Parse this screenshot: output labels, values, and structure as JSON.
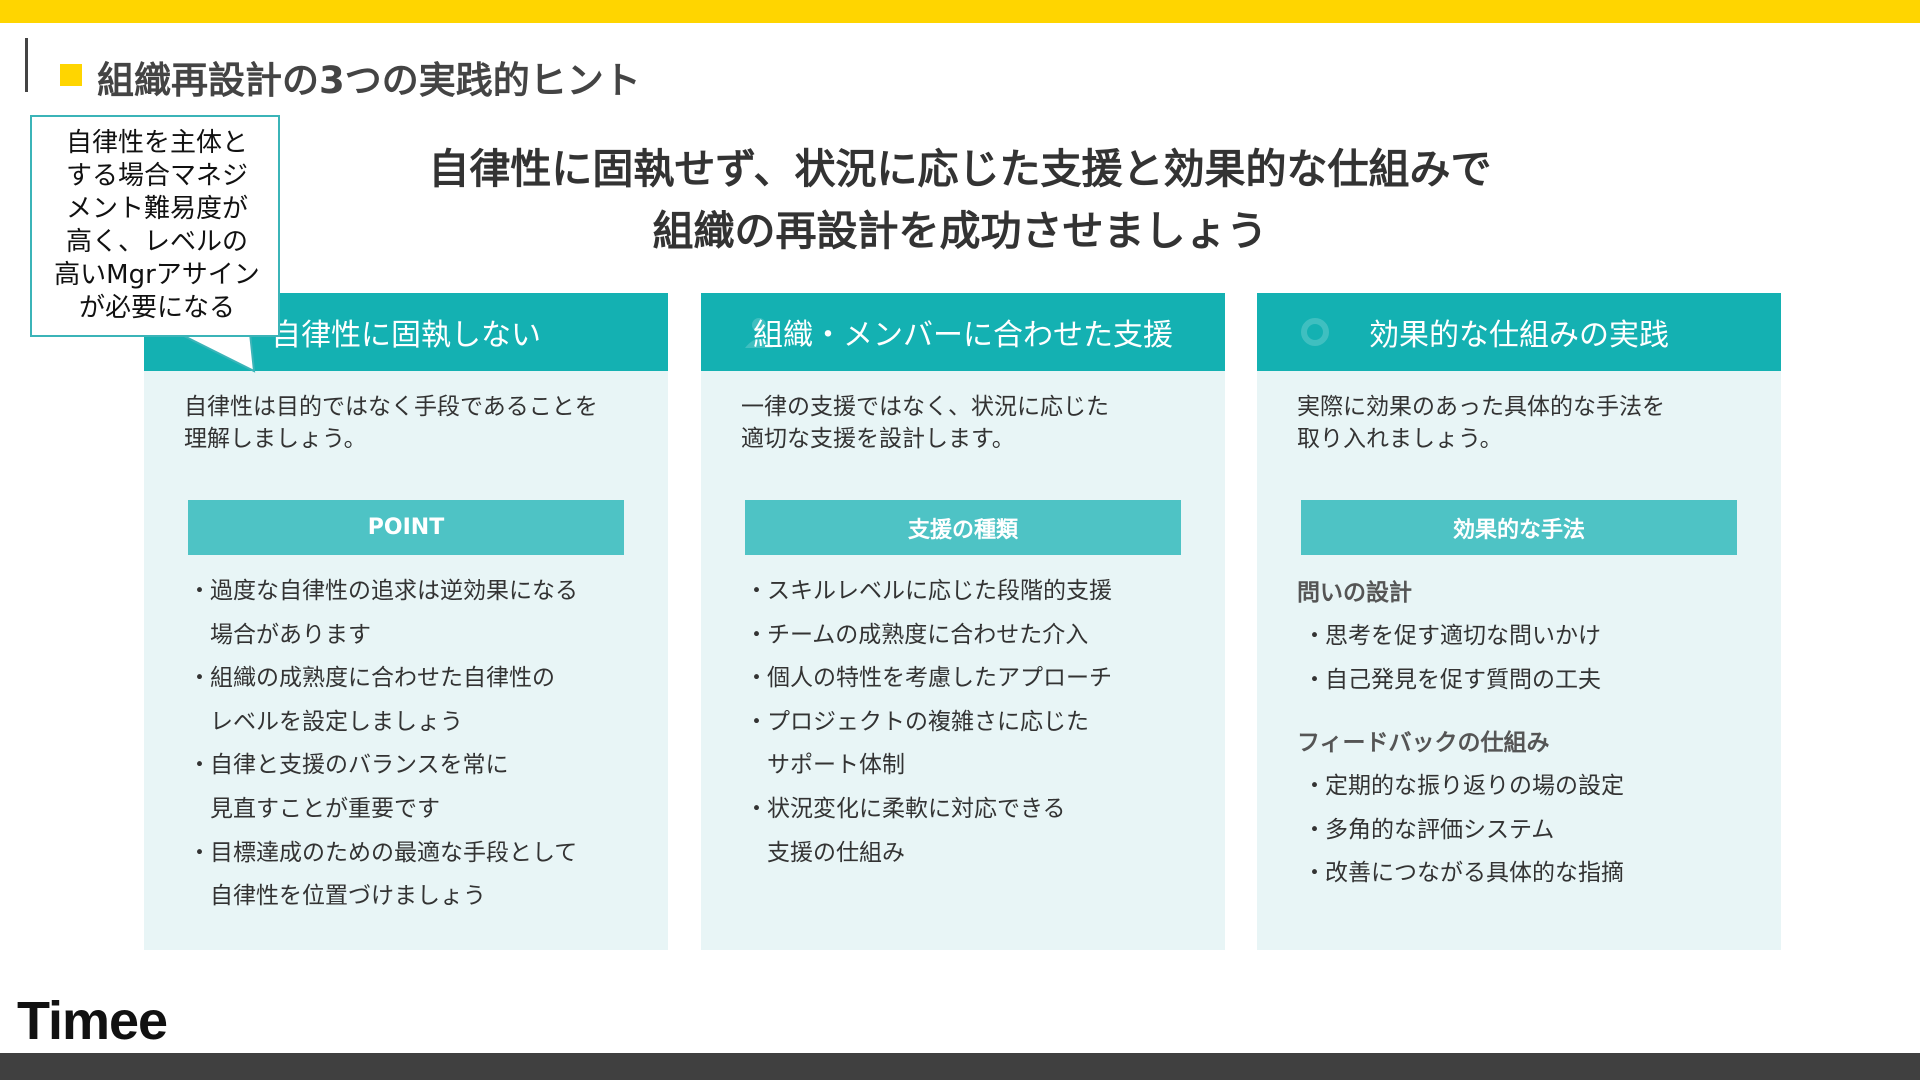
{
  "slide_title": "組織再設計の3つの実践的ヒント",
  "headline": {
    "line1": "自律性に固執せず、状況に応じた支援と効果的な仕組みで",
    "line2": "組織の再設計を成功させましょう"
  },
  "callout": {
    "lines": [
      "自律性を主体と",
      "する場合マネジ",
      "メント難易度が",
      "高く、レベルの",
      "高いMgrアサイン",
      "が必要になる"
    ]
  },
  "cards": [
    {
      "title": "自律性に固執しない",
      "desc": [
        "自律性は目的ではなく手段であることを",
        "理解しましょう。"
      ],
      "sub": "POINT",
      "bullet_mark": "・",
      "bullets": [
        [
          "過度な自律性の追求は逆効果になる",
          "場合があります"
        ],
        [
          "組織の成熟度に合わせた自律性の",
          "レベルを設定しましょう"
        ],
        [
          "自律と支援のバランスを常に",
          "見直すことが重要です"
        ],
        [
          "目標達成のための最適な手段として",
          "自律性を位置づけましょう"
        ]
      ]
    },
    {
      "title": "組織・メンバーに合わせた支援",
      "desc": [
        "一律の支援ではなく、状況に応じた",
        "適切な支援を設計します。"
      ],
      "sub": "支援の種類",
      "bullet_mark": "・",
      "bullets": [
        [
          "スキルレベルに応じた段階的支援"
        ],
        [
          "チームの成熟度に合わせた介入"
        ],
        [
          "個人の特性を考慮したアプローチ"
        ],
        [
          "プロジェクトの複雑さに応じた",
          "サポート体制"
        ],
        [
          "状況変化に柔軟に対応できる",
          "支援の仕組み"
        ]
      ]
    },
    {
      "title": "効果的な仕組みの実践",
      "desc": [
        "実際に効果のあった具体的な手法を",
        "取り入れましょう。"
      ],
      "sub": "効果的な手法",
      "bullet_mark": "・",
      "sections": [
        {
          "title": "問いの設計",
          "items": [
            "思考を促す適切な問いかけ",
            "自己発見を促す質問の工夫"
          ]
        },
        {
          "title": "フィードバックの仕組み",
          "items": [
            "定期的な振り返りの場の設定",
            "多角的な評価システム",
            "改善につながる具体的な指摘"
          ]
        }
      ]
    }
  ],
  "logo": "Timee",
  "colors": {
    "accent_yellow": "#FFD500",
    "teal": "#14B1B2",
    "teal_light": "#4EC3C5",
    "card_bg": "#E8F5F6",
    "footer": "#404040"
  }
}
